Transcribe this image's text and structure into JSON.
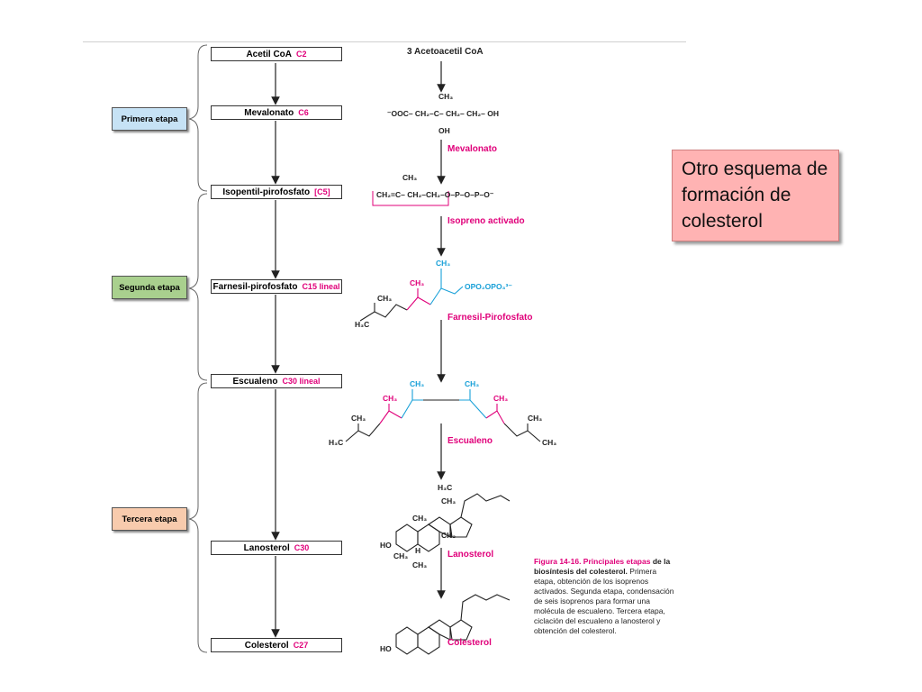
{
  "steps": [
    {
      "name": "Acetil CoA",
      "sub": "C2"
    },
    {
      "name": "Mevalonato",
      "sub": "C6"
    },
    {
      "name": "Isopentil-pirofosfato",
      "sub": "[C5]"
    },
    {
      "name": "Farnesil-pirofosfato",
      "sub": "C15 lineal"
    },
    {
      "name": "Escualeno",
      "sub": "C30 lineal"
    },
    {
      "name": "Lanosterol",
      "sub": "C30"
    },
    {
      "name": "Colesterol",
      "sub": "C27"
    }
  ],
  "stages": [
    {
      "label": "Primera etapa",
      "color": "#c6e2f5"
    },
    {
      "label": "Segunda etapa",
      "color": "#a9d08e"
    },
    {
      "label": "Tercera etapa",
      "color": "#f8cbad"
    }
  ],
  "structures": {
    "acetoacetil": "3 Acetoacetil CoA",
    "mevalonato_label": "Mevalonato",
    "mevalonato_formula": "⁻OOC– CH₂–C– CH₂– CH₂– OH",
    "mev_ch3": "CH₃",
    "mev_oh": "OH",
    "isopreno_label": "Isopreno activado",
    "isopreno_formula": "CH₂=C– CH₂–CH₂–O–P–O–P–O⁻",
    "iso_ch3": "CH₃",
    "farnesil_label": "Farnesil-Pirofosfato",
    "farnesil_opp": "OPO₂OPO₃³⁻",
    "escualeno_label": "Escualeno",
    "lanosterol_label": "Lanosterol",
    "colesterol_label": "Colesterol",
    "ch3": "CH₃",
    "h3c": "H₃C",
    "ho": "HO",
    "h": "H"
  },
  "note": "Otro esquema de formación de colesterol",
  "caption": {
    "title": "Figura 14-16. Principales etapas",
    "bold": "de la biosíntesis del colesterol.",
    "body": "Primera etapa, obtención de los isoprenos activados. Segunda etapa, condensación de seis isoprenos para formar una molécula de escualeno. Tercera etapa, ciclación del escualeno a lanosterol y obtención del colesterol."
  }
}
